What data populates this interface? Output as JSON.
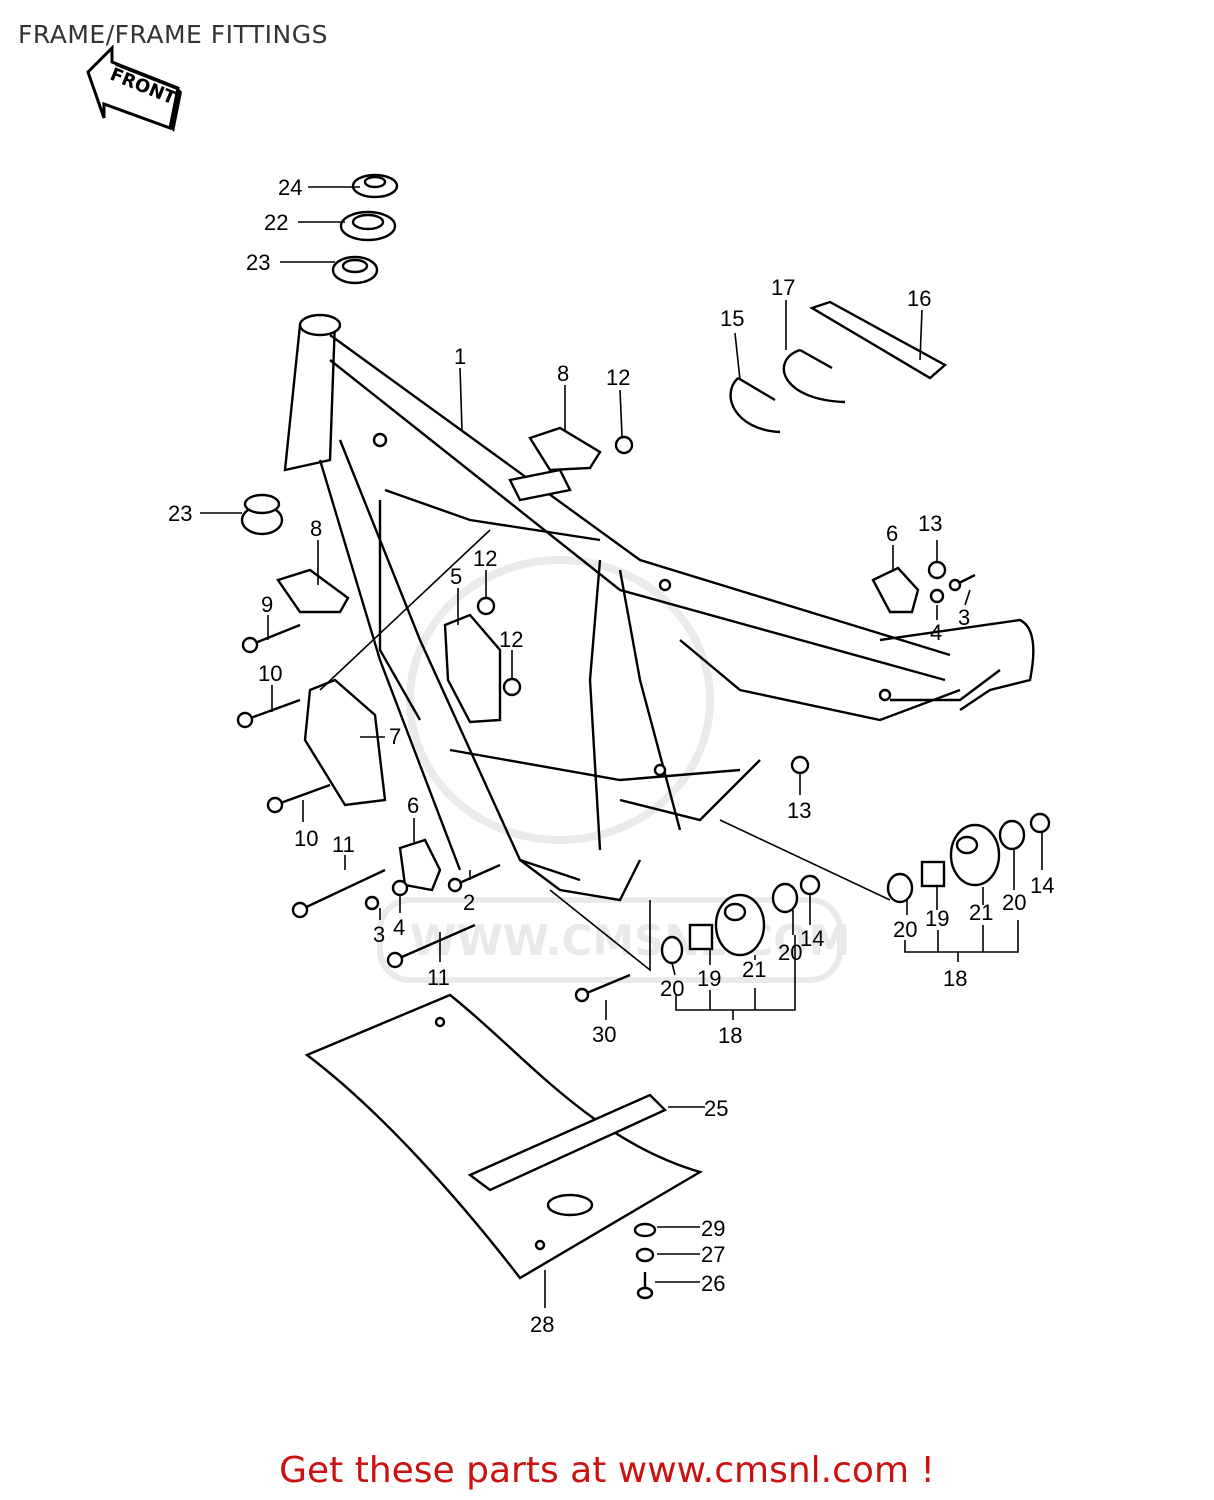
{
  "title": "FRAME/FRAME FITTINGS",
  "front_arrow": {
    "label": "FRONT"
  },
  "watermark": "WWW.CMSNL.COM",
  "footer": {
    "text": "Get these parts at www.cmsnl.com !"
  },
  "callouts": [
    {
      "id": "c24",
      "label": "24"
    },
    {
      "id": "c22",
      "label": "22"
    },
    {
      "id": "c23a",
      "label": "23"
    },
    {
      "id": "c1",
      "label": "1"
    },
    {
      "id": "c8a",
      "label": "8"
    },
    {
      "id": "c12a",
      "label": "12"
    },
    {
      "id": "c15",
      "label": "15"
    },
    {
      "id": "c17",
      "label": "17"
    },
    {
      "id": "c16",
      "label": "16"
    },
    {
      "id": "c23b",
      "label": "23"
    },
    {
      "id": "c8b",
      "label": "8"
    },
    {
      "id": "c9",
      "label": "9"
    },
    {
      "id": "c5",
      "label": "5"
    },
    {
      "id": "c12b",
      "label": "12"
    },
    {
      "id": "c12c",
      "label": "12"
    },
    {
      "id": "c6a",
      "label": "6"
    },
    {
      "id": "c13a",
      "label": "13"
    },
    {
      "id": "c3a",
      "label": "3"
    },
    {
      "id": "c4a",
      "label": "4"
    },
    {
      "id": "c10a",
      "label": "10"
    },
    {
      "id": "c7",
      "label": "7"
    },
    {
      "id": "c13b",
      "label": "13"
    },
    {
      "id": "c10b",
      "label": "10"
    },
    {
      "id": "c11a",
      "label": "11"
    },
    {
      "id": "c6b",
      "label": "6"
    },
    {
      "id": "c2",
      "label": "2"
    },
    {
      "id": "c3b",
      "label": "3"
    },
    {
      "id": "c4b",
      "label": "4"
    },
    {
      "id": "c11b",
      "label": "11"
    },
    {
      "id": "c14a",
      "label": "14"
    },
    {
      "id": "c20a",
      "label": "20"
    },
    {
      "id": "c19a",
      "label": "19"
    },
    {
      "id": "c21a",
      "label": "21"
    },
    {
      "id": "c20b",
      "label": "20"
    },
    {
      "id": "c14b",
      "label": "14"
    },
    {
      "id": "c20c",
      "label": "20"
    },
    {
      "id": "c19b",
      "label": "19"
    },
    {
      "id": "c21b",
      "label": "21"
    },
    {
      "id": "c20d",
      "label": "20"
    },
    {
      "id": "c18a",
      "label": "18"
    },
    {
      "id": "c18b",
      "label": "18"
    },
    {
      "id": "c30",
      "label": "30"
    },
    {
      "id": "c25",
      "label": "25"
    },
    {
      "id": "c29",
      "label": "29"
    },
    {
      "id": "c27",
      "label": "27"
    },
    {
      "id": "c26",
      "label": "26"
    },
    {
      "id": "c28",
      "label": "28"
    }
  ]
}
